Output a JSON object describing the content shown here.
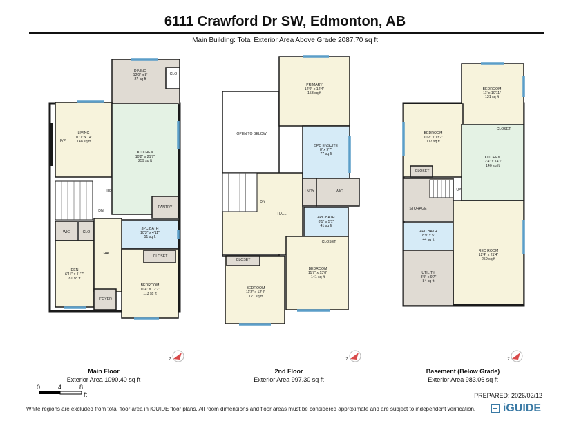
{
  "header": {
    "title": "6111 Crawford Dr SW, Edmonton, AB",
    "subtitle": "Main Building: Total Exterior Area Above Grade 2087.70 sq ft"
  },
  "floors": [
    {
      "name": "Main Floor",
      "area": "Exterior Area 1090.40 sq ft",
      "rooms": [
        {
          "name": "DINING",
          "dims": "12'0\" x 8'",
          "area": "87 sq ft"
        },
        {
          "name": "CLO"
        },
        {
          "name": "LIVING",
          "dims": "10'7\" x 14'",
          "area": "148 sq ft"
        },
        {
          "name": "F/P"
        },
        {
          "name": "KITCHEN",
          "dims": "10'2\" x 21'7\"",
          "area": "259 sq ft"
        },
        {
          "name": "UP"
        },
        {
          "name": "DN"
        },
        {
          "name": "PANTRY"
        },
        {
          "name": "3PC BATH",
          "dims": "10'3\" x 4'11\"",
          "area": "51 sq ft"
        },
        {
          "name": "WIC"
        },
        {
          "name": "CLO"
        },
        {
          "name": "HALL"
        },
        {
          "name": "CLOSET"
        },
        {
          "name": "DEN",
          "dims": "6'11\" x 11'7\"",
          "area": "81 sq ft"
        },
        {
          "name": "BEDROOM",
          "dims": "10'4\" x 12'7\"",
          "area": "113 sq ft"
        },
        {
          "name": "FOYER"
        }
      ]
    },
    {
      "name": "2nd Floor",
      "area": "Exterior Area 997.30 sq ft",
      "rooms": [
        {
          "name": "PRIMARY",
          "dims": "12'0\" x 12'4\"",
          "area": "153 sq ft"
        },
        {
          "name": "OPEN TO BELOW"
        },
        {
          "name": "5PC ENSUITE",
          "dims": "8' x 9'7\"",
          "area": "77 sq ft"
        },
        {
          "name": "LNDY"
        },
        {
          "name": "WIC"
        },
        {
          "name": "DN"
        },
        {
          "name": "HALL"
        },
        {
          "name": "4PC BATH",
          "dims": "8'1\" x 5'1\"",
          "area": "41 sq ft"
        },
        {
          "name": "CLOSET"
        },
        {
          "name": "CLOSET"
        },
        {
          "name": "BEDROOM",
          "dims": "11'2\" x 12'4\"",
          "area": "121 sq ft"
        },
        {
          "name": "BEDROOM",
          "dims": "11'7\" x 13'8\"",
          "area": "141 sq ft"
        }
      ]
    },
    {
      "name": "Basement (Below Grade)",
      "area": "Exterior Area 983.06 sq ft",
      "rooms": [
        {
          "name": "BEDROOM",
          "dims": "11' x 10'11\"",
          "area": "121 sq ft"
        },
        {
          "name": "CLOSET"
        },
        {
          "name": "BEDROOM",
          "dims": "10'2\" x 13'2\"",
          "area": "117 sq ft"
        },
        {
          "name": "KITCHEN",
          "dims": "12'4\" x 14'1\"",
          "area": "140 sq ft"
        },
        {
          "name": "CLOSET"
        },
        {
          "name": "UP"
        },
        {
          "name": "STORAGE"
        },
        {
          "name": "4PC BATH",
          "dims": "8'9\" x 5'",
          "area": "44 sq ft"
        },
        {
          "name": "REC ROOM",
          "dims": "12'4\" x 21'4\"",
          "area": "259 sq ft"
        },
        {
          "name": "UTILITY",
          "dims": "8'9\" x 9'7\"",
          "area": "84 sq ft"
        }
      ]
    }
  ],
  "scale": {
    "ticks": [
      "0",
      "4",
      "8"
    ],
    "unit": "ft"
  },
  "prepared": "PREPARED: 2026/02/12",
  "footnote": "White regions are excluded from total floor area in iGUIDE floor plans. All room dimensions and floor areas must be considered approximate and are subject to independent verification.",
  "brand": "iGUIDE",
  "colors": {
    "wall": "#1a1a1a",
    "window": "#5b9ec9",
    "room_beige": "#f7f3dc",
    "room_green": "#e4f2e4",
    "room_grey": "#e0dbd3",
    "room_blue": "#d6ebf7",
    "compass": "#d94a4a"
  }
}
